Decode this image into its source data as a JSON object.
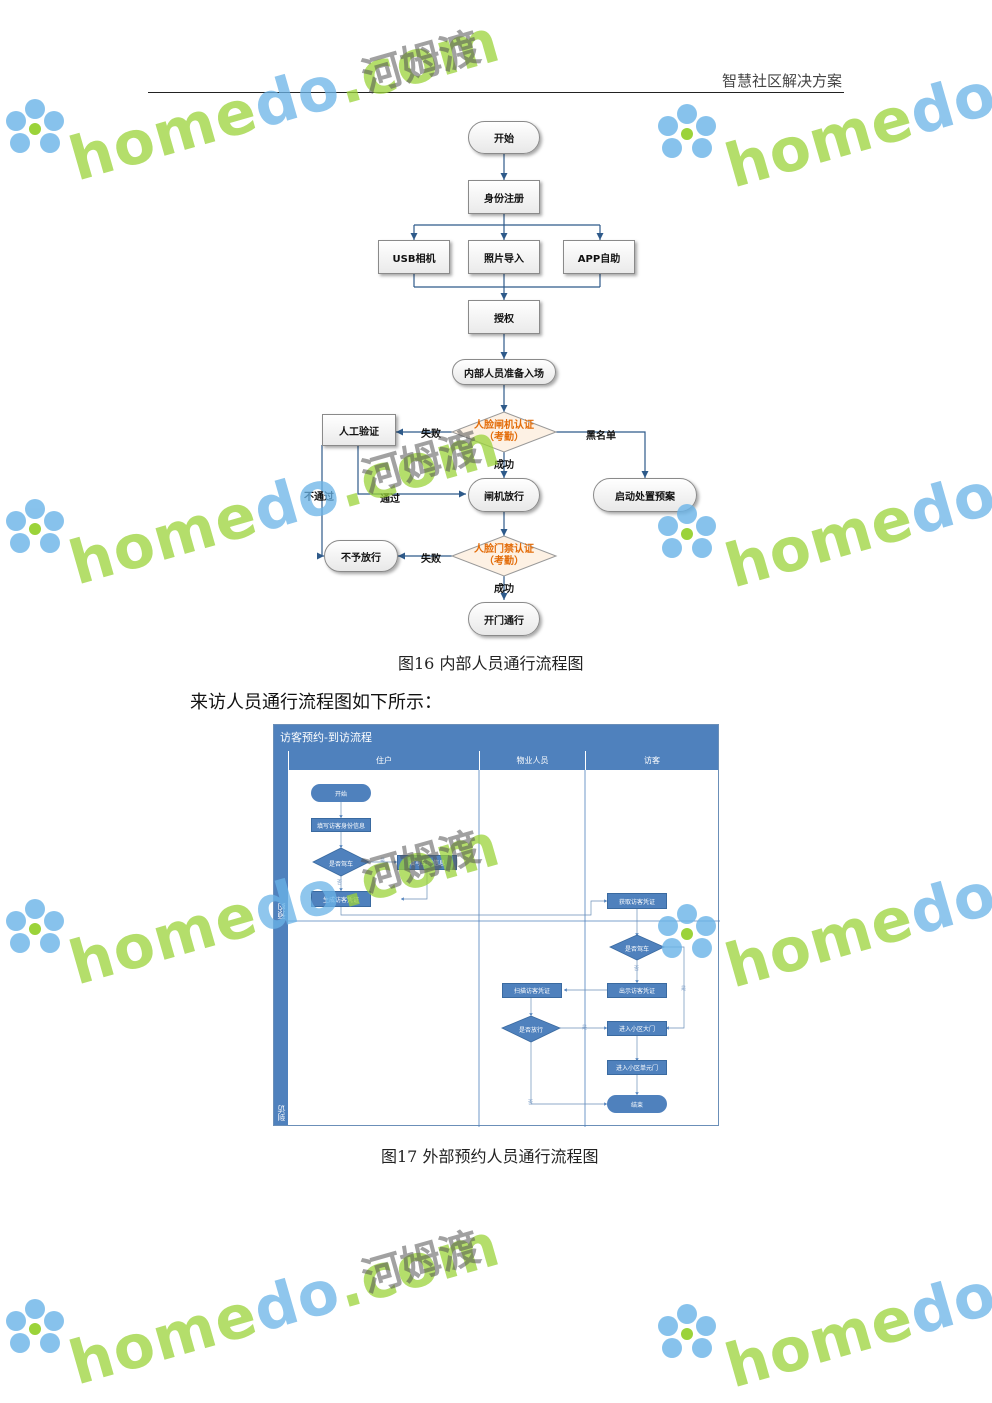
{
  "header": {
    "title": "智慧社区解决方案"
  },
  "flow16": {
    "start": "开始",
    "register": "身份注册",
    "usb": "USB相机",
    "photo": "照片导入",
    "app": "APP自助",
    "auth": "授权",
    "prepare": "内部人员准备入场",
    "manual": "人工验证",
    "face_gate_line1": "人脸闸机认证",
    "face_gate_line2": "（考勤）",
    "gate_open": "闸机放行",
    "plan": "启动处置预案",
    "deny": "不予放行",
    "face_door_line1": "人脸门禁认证",
    "face_door_line2": "（考勤）",
    "open_door": "开门通行",
    "lbl_fail1": "失败",
    "lbl_blacklist": "黑名单",
    "lbl_success1": "成功",
    "lbl_pass": "通过",
    "lbl_notpass": "不通过",
    "lbl_fail2": "失败",
    "lbl_success2": "成功",
    "caption": "图16 内部人员通行流程图"
  },
  "body_text": "来访人员通行流程图如下所示：",
  "flow17": {
    "title": "访客预约-到访流程",
    "col_resident": "住户",
    "col_property": "物业人员",
    "col_visitor": "访客",
    "phase1": "预约",
    "phase2": "到访",
    "start": "开始",
    "fill_info": "填写访客身份信息",
    "has_car": "是否驾车",
    "fill_plate": "填写车牌信息",
    "gen_cert": "生成访客凭证",
    "get_cert": "获取访客凭证",
    "is_driving": "是否驾车",
    "scan_cert": "扫描访客凭证",
    "show_cert": "出示访客凭证",
    "allow": "是否放行",
    "enter_gate": "进入小区大门",
    "enter_unit": "进入小区单元门",
    "end": "结束",
    "lbl_yes": "是",
    "lbl_no": "否",
    "lbl_yes2": "是",
    "lbl_no2": "否",
    "lbl_no3": "否",
    "lbl_yes3": "是"
  },
  "caption17": "图17 外部预约人员通行流程图",
  "watermark": {
    "word_a": "home",
    "word_b": "do",
    "word_c": ".com",
    "cn": "河姆渡"
  },
  "colors": {
    "accent_orange": "#e36c09",
    "lane_blue": "#4f81bd",
    "arrow_blue": "#2e5a8a"
  }
}
